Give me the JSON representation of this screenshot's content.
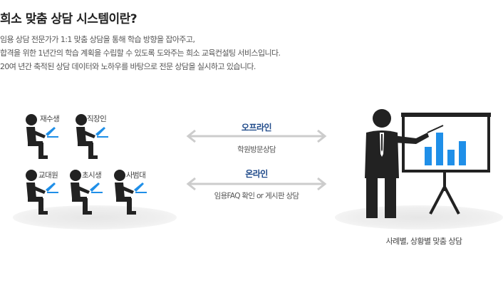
{
  "title": "희소 맞춤 상담 시스템이란?",
  "description": [
    "임용 상담 전문가가 1:1 맞춤 상담을 통해 학습 방향을 잡아주고,",
    "합격을 위한 1년간의 학습 계획을 수립할 수 있도록 도와주는 희소 교육컨설팅 서비스입니다.",
    "20여 년간 축적된 상담 데이터와 노하우를 바탕으로 전문 상담을 실시하고 있습니다."
  ],
  "students": [
    {
      "label": "재수생"
    },
    {
      "label": "직장인"
    },
    {
      "label": "교대원"
    },
    {
      "label": "초시생"
    },
    {
      "label": "사범대"
    }
  ],
  "channels": {
    "offline": {
      "title": "오프라인",
      "subtitle": "학원방문상담"
    },
    "online": {
      "title": "온라인",
      "subtitle": "임용FAQ 확인 or 게시판 상담"
    }
  },
  "consultant_caption": "사례별, 상황별 맞춤 상담",
  "colors": {
    "figure": "#222222",
    "accent_blue": "#1f8fe8",
    "channel_title": "#1f4a8a",
    "arrow": "#cccccc"
  },
  "icons": [
    "student-figure-icon",
    "laptop-icon",
    "double-arrow-icon",
    "presenter-figure-icon",
    "bar-chart-icon"
  ]
}
